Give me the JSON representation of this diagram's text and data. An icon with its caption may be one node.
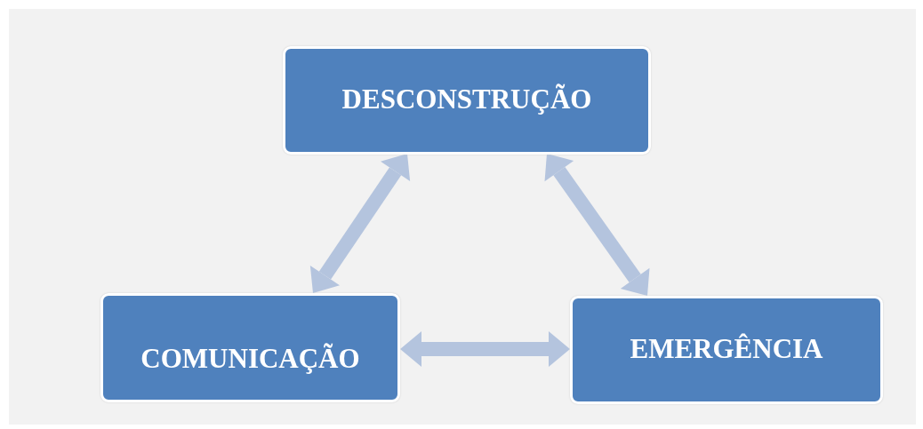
{
  "diagram": {
    "nodes": [
      {
        "text": [
          "DESCONSTRUÇÃO"
        ]
      },
      {
        "text": [
          "COMUNICAÇÃO"
        ]
      },
      {
        "text": [
          "EMERGÊNCIA"
        ]
      }
    ],
    "edges": [
      {
        "from": 1,
        "to": 0,
        "arrow": "both"
      },
      {
        "from": 0,
        "to": 2,
        "arrow": "both"
      },
      {
        "from": 1,
        "to": 2,
        "arrow": "both"
      }
    ]
  }
}
